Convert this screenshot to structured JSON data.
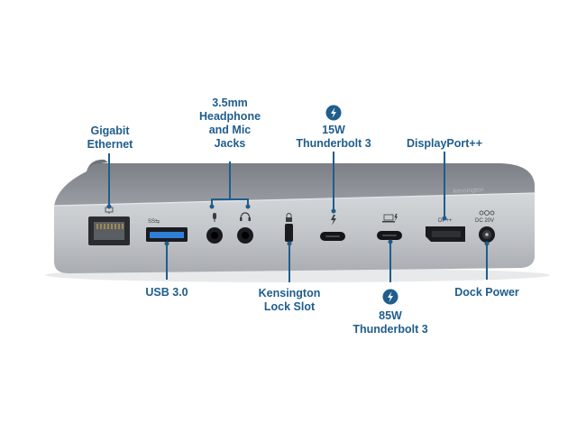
{
  "colors": {
    "label_text": "#1f5d8c",
    "leader_line": "#1f5d8c",
    "thunderbolt_badge": "#1f5d8c",
    "dock_top": "#8a8e94",
    "dock_front": "#c3c6ca",
    "port_black": "#141518"
  },
  "labels": {
    "gigabit_ethernet": [
      "Gigabit",
      "Ethernet"
    ],
    "audio_jacks": [
      "3.5mm",
      "Headphone",
      "and Mic",
      "Jacks"
    ],
    "tb3_15w": [
      "15W",
      "Thunderbolt 3"
    ],
    "displayport": [
      "DisplayPort++"
    ],
    "usb3": [
      "USB 3.0"
    ],
    "kensington": [
      "Kensington",
      "Lock Slot"
    ],
    "tb3_85w": [
      "85W",
      "Thunderbolt 3"
    ],
    "dock_power": [
      "Dock Power"
    ]
  },
  "port_markings": {
    "usb": "SS⇆",
    "displayport": "DP++",
    "dc": "DC 20V"
  },
  "icons": {
    "thunderbolt_top": "thunderbolt-icon",
    "thunderbolt_bottom": "thunderbolt-icon"
  }
}
